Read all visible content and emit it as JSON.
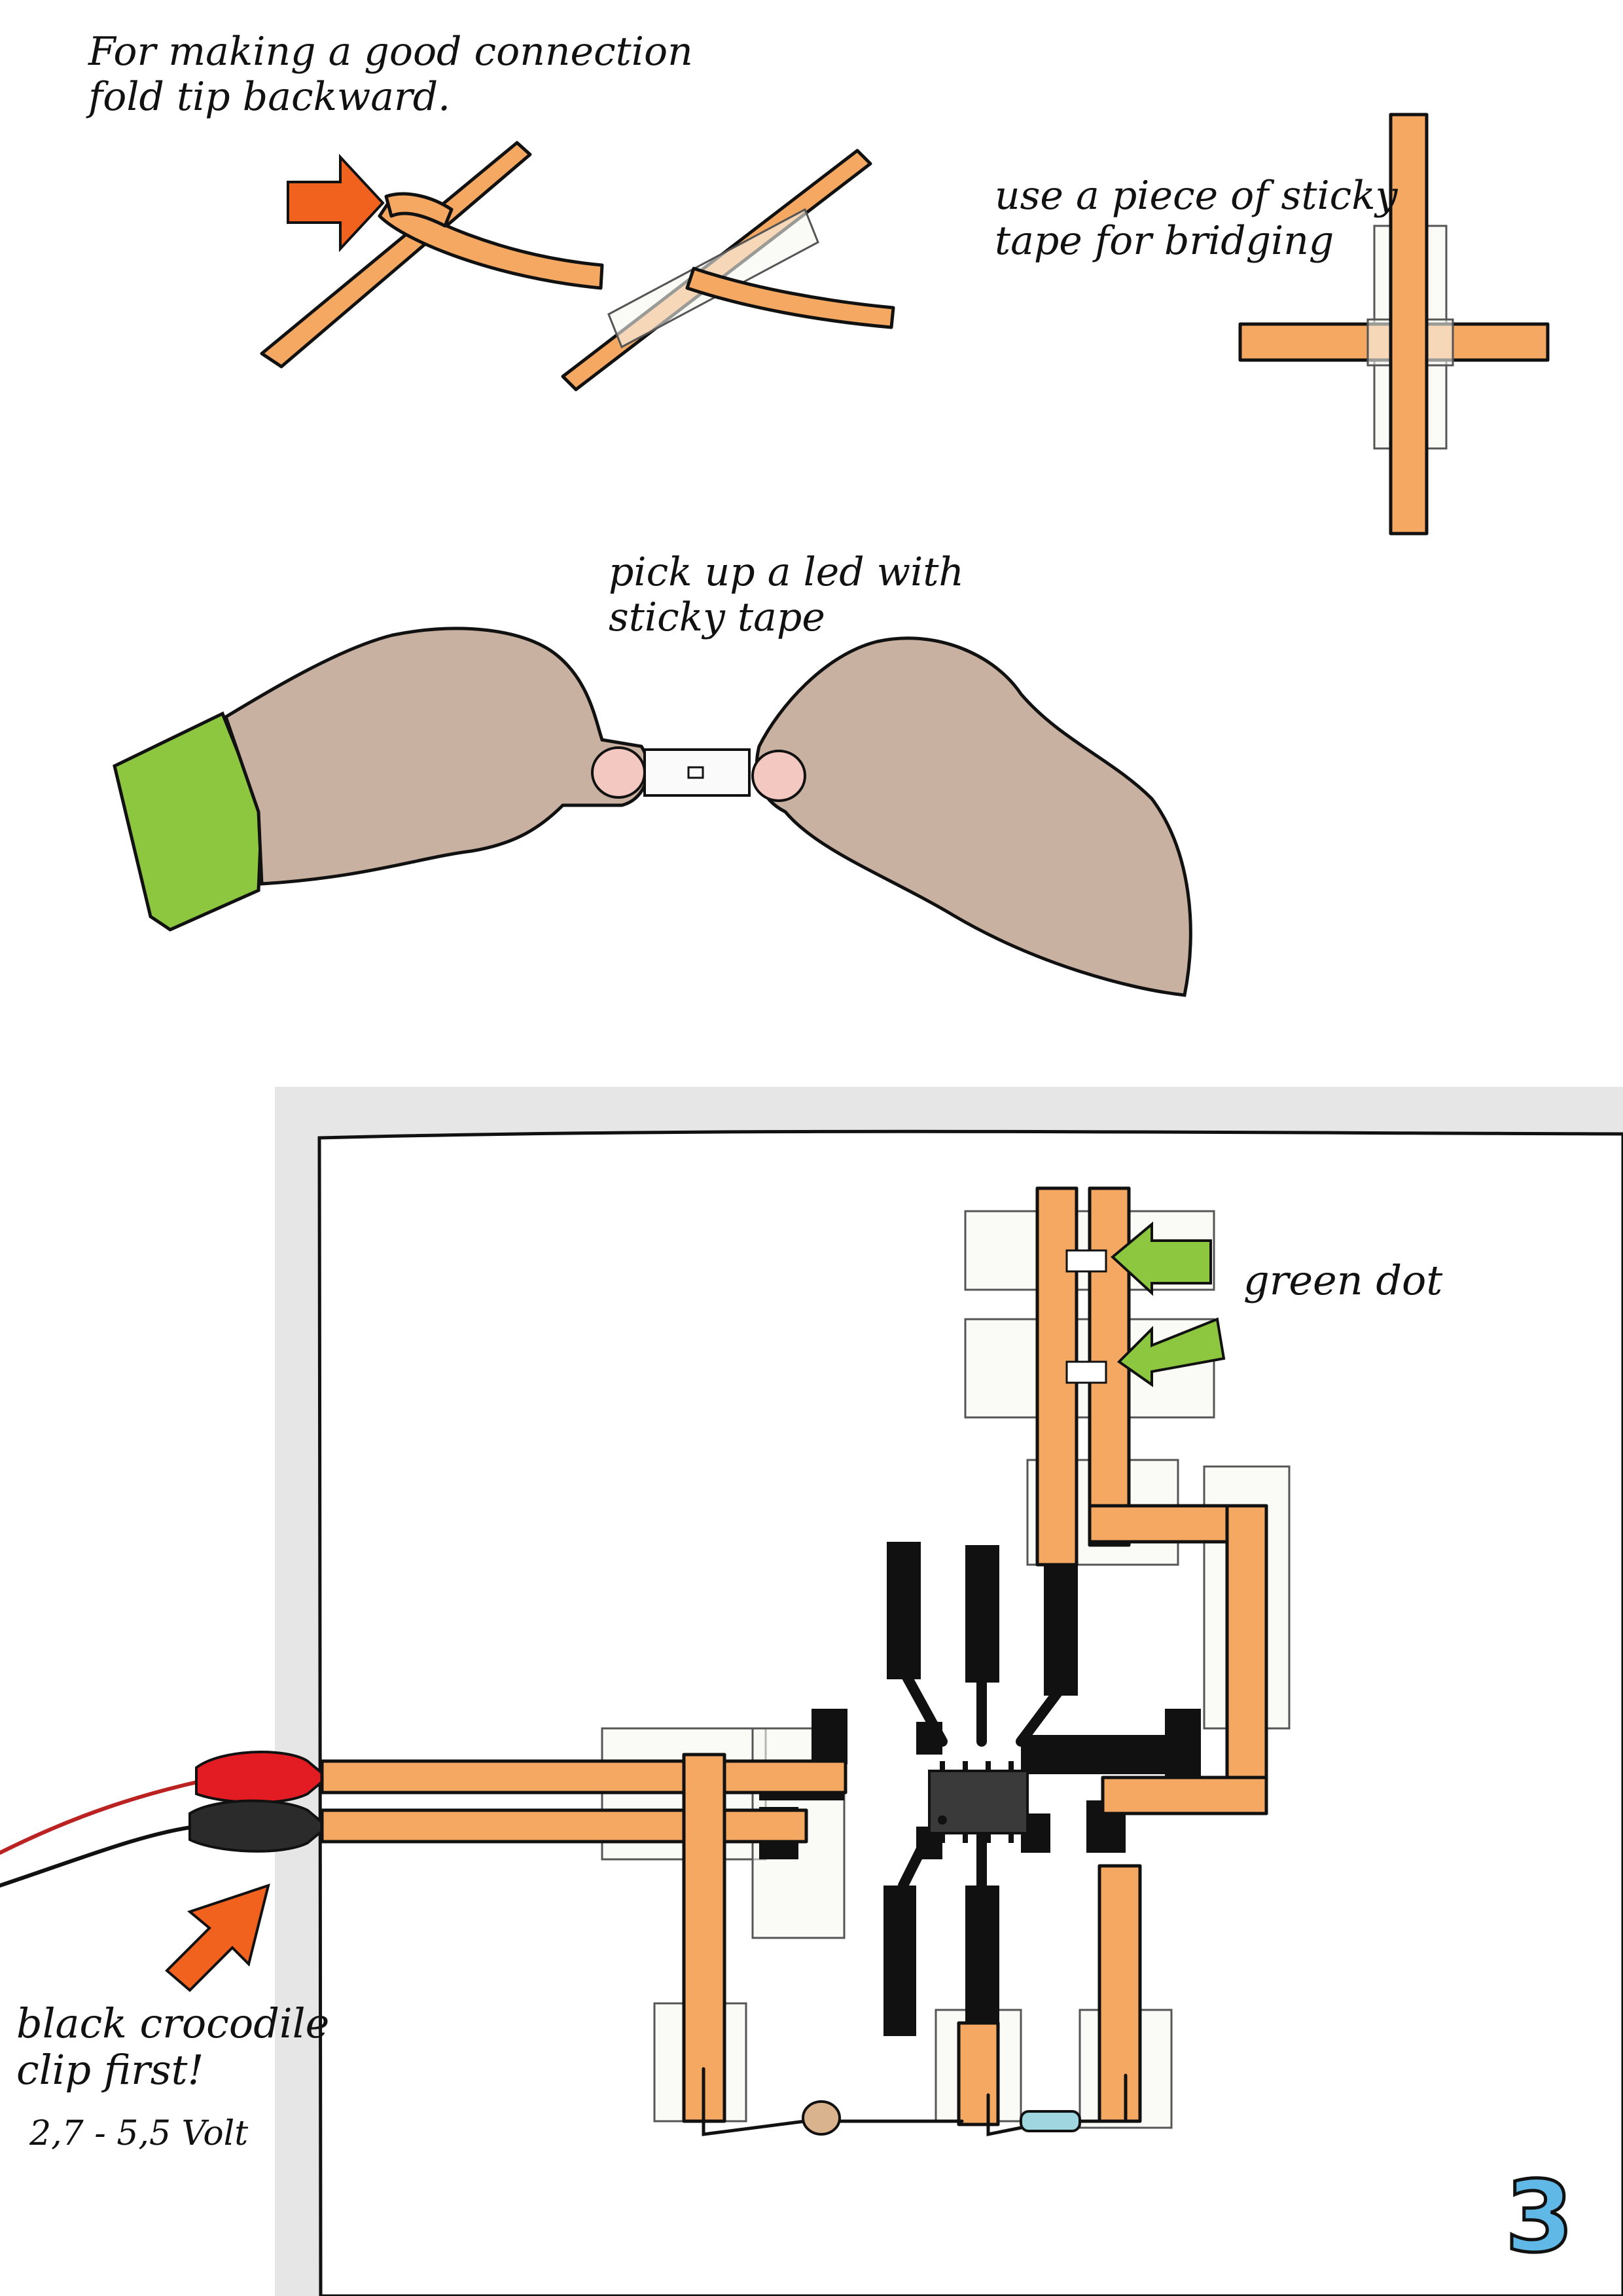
{
  "annotations": {
    "fold_tip": "For making a good connection\nfold tip backward.",
    "sticky_bridge": "use a piece of sticky\ntape for bridging",
    "pick_led": "pick up a led with\nsticky tape",
    "green_dot": "green dot",
    "black_clip": "black crocodile\nclip first!",
    "voltage": "2,7 - 5,5 Volt"
  },
  "page_number": "3",
  "colors": {
    "copper_tape": "#f4a862",
    "ink": "#111111",
    "sleeve": "#8dc63f",
    "skin": "#c9b1a1",
    "arrow_orange": "#f0621e",
    "arrow_green": "#8dc63f",
    "clip_red": "#e31b23",
    "clip_black": "#2b2b2b",
    "page_number": "#5fb8e6"
  }
}
